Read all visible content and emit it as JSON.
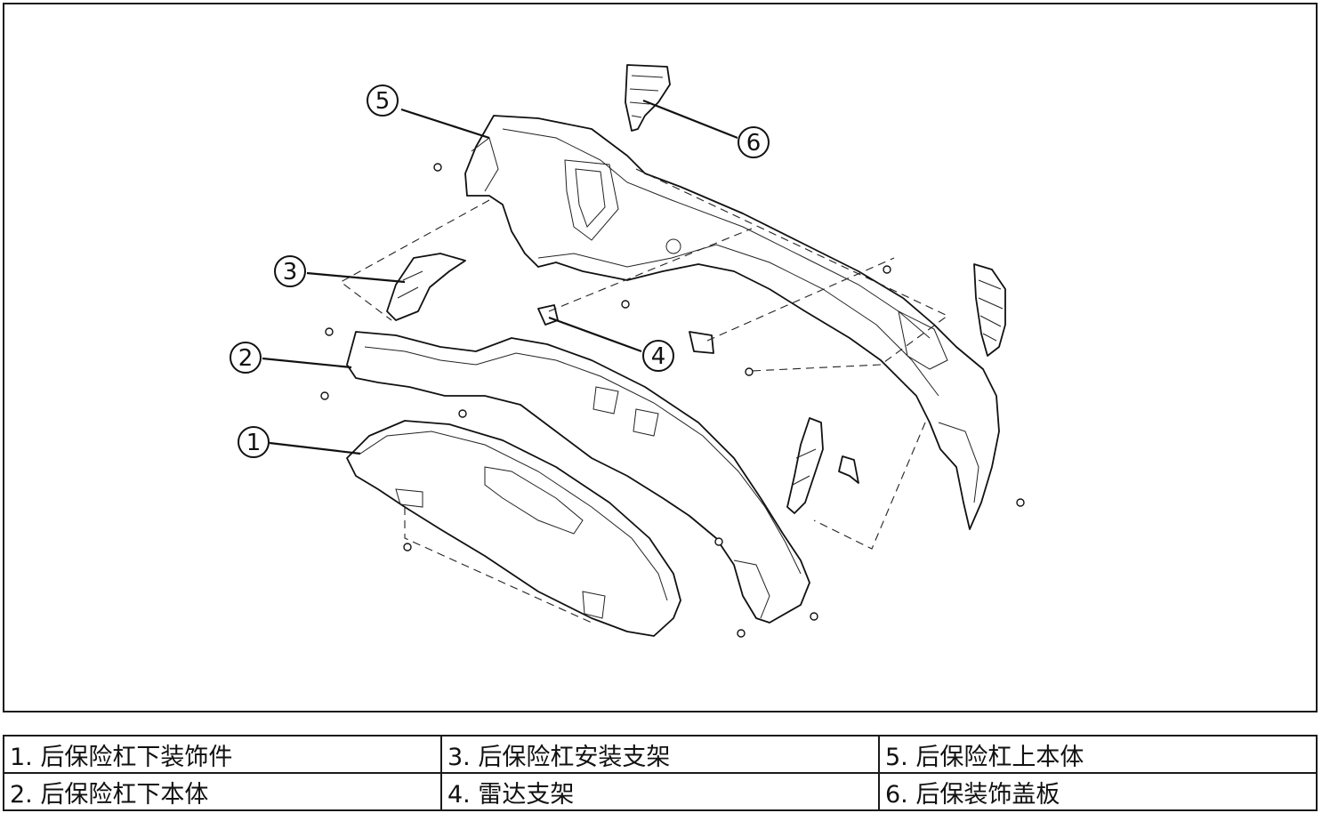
{
  "callouts": [
    {
      "id": "1",
      "label": "1"
    },
    {
      "id": "2",
      "label": "2"
    },
    {
      "id": "3",
      "label": "3"
    },
    {
      "id": "4",
      "label": "4"
    },
    {
      "id": "5",
      "label": "5"
    },
    {
      "id": "6",
      "label": "6"
    }
  ],
  "legend": {
    "rows": [
      [
        "1. 后保险杠下装饰件",
        "3. 后保险杠安装支架",
        "5. 后保险杠上本体"
      ],
      [
        "2. 后保险杠下本体",
        "4. 雷达支架",
        "6. 后保装饰盖板"
      ]
    ]
  }
}
